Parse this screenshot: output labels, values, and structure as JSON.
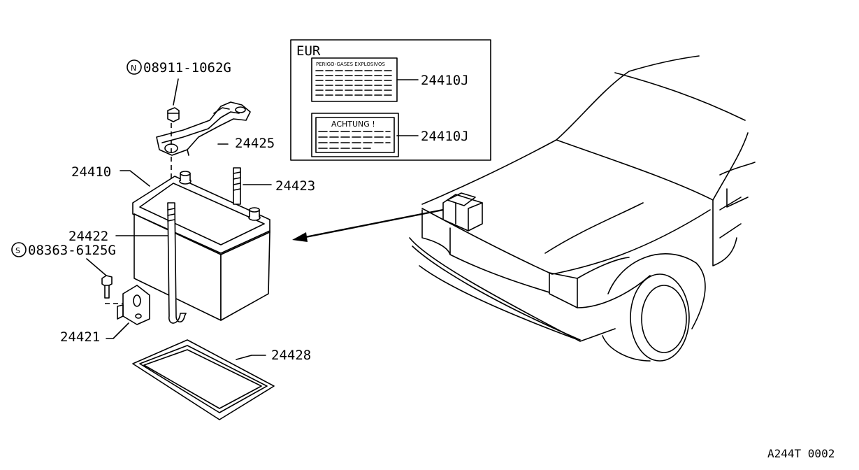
{
  "callouts": {
    "nut": "08911-1062G",
    "nut_prefix": "N",
    "bolt": "08363-6125G",
    "bolt_prefix": "S",
    "clamp": "24425",
    "battery": "24410",
    "stud_short": "24423",
    "rod": "24422",
    "bracket": "24421",
    "tray": "24428",
    "label_eur_1": "24410J",
    "label_eur_2": "24410J"
  },
  "inset": {
    "region": "EUR",
    "label1_header": "PERIGO-GASES EXPLOSIVOS",
    "label2_header": "ACHTUNG !"
  },
  "figure_code": "A244T 0002"
}
